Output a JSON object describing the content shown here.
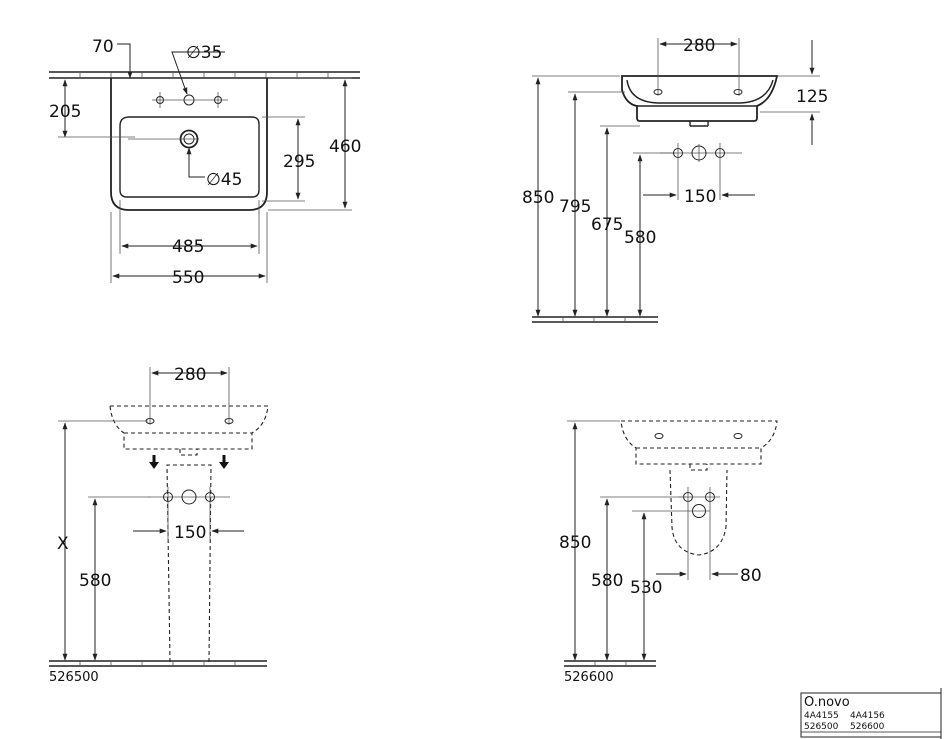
{
  "top_view": {
    "dim_70": "70",
    "dim_dia35": "∅35",
    "dim_205": "205",
    "dim_460": "460",
    "dim_295": "295",
    "dim_dia45": "∅45",
    "dim_485": "485",
    "dim_550": "550"
  },
  "side_view": {
    "dim_280": "280",
    "dim_125": "125",
    "dim_850": "850",
    "dim_795": "795",
    "dim_675": "675",
    "dim_580": "580",
    "dim_150": "150"
  },
  "pedestal_view": {
    "dim_280": "280",
    "dim_x": "X",
    "dim_580": "580",
    "dim_150": "150",
    "code": "526500"
  },
  "semi_pedestal_view": {
    "dim_850": "850",
    "dim_580": "580",
    "dim_530": "530",
    "dim_80": "80",
    "code": "526600"
  },
  "title_block": {
    "title": "O.novo",
    "row1_a": "4A4155",
    "row1_b": "4A4156",
    "row2_a": "526500",
    "row2_b": "526600"
  }
}
